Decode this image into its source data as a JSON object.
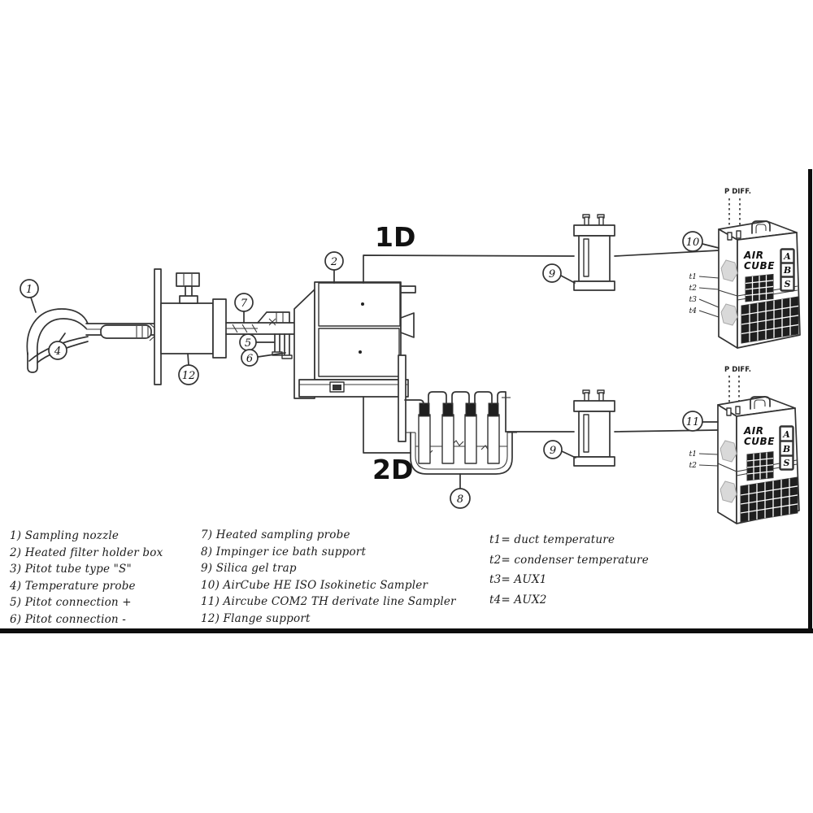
{
  "diagram": {
    "label_1d": "1D",
    "label_2d": "2D",
    "p_diff_top": "P DIFF.",
    "p_diff_bottom": "P DIFF.",
    "callouts": {
      "nozzle": "1",
      "filter_box": "2",
      "temp_probe": "4",
      "pitot_plus": "5",
      "pitot_minus": "6",
      "heated_probe": "7",
      "impinger": "8",
      "silica_top": "9",
      "silica_bottom": "9",
      "sampler_iso": "10",
      "sampler_com2": "11",
      "flange": "12"
    },
    "unit_top": {
      "logo1": "AIR",
      "logo2": "CUBE",
      "badge0": "A",
      "badge1": "B",
      "badge2": "S",
      "ch0": "t1",
      "ch1": "t2",
      "ch2": "t3",
      "ch3": "t4"
    },
    "unit_bottom": {
      "logo1": "AIR",
      "logo2": "CUBE",
      "badge0": "A",
      "badge1": "B",
      "badge2": "S",
      "ch0": "t1",
      "ch1": "t2"
    }
  },
  "legend": {
    "col1": [
      "1) Sampling nozzle",
      "2) Heated filter holder box",
      "3) Pitot tube type \"S\"",
      "4) Temperature probe",
      "5) Pitot connection +",
      "6) Pitot connection -"
    ],
    "col2": [
      "7) Heated sampling probe",
      "8) Impinger ice bath support",
      "9) Silica gel trap",
      "10) AirCube HE ISO Isokinetic Sampler",
      "11) Aircube COM2 TH derivate line Sampler",
      "12) Flange support"
    ],
    "col3": [
      "t1= duct temperature",
      "t2= condenser temperature",
      "t3= AUX1",
      "t4= AUX2"
    ]
  }
}
